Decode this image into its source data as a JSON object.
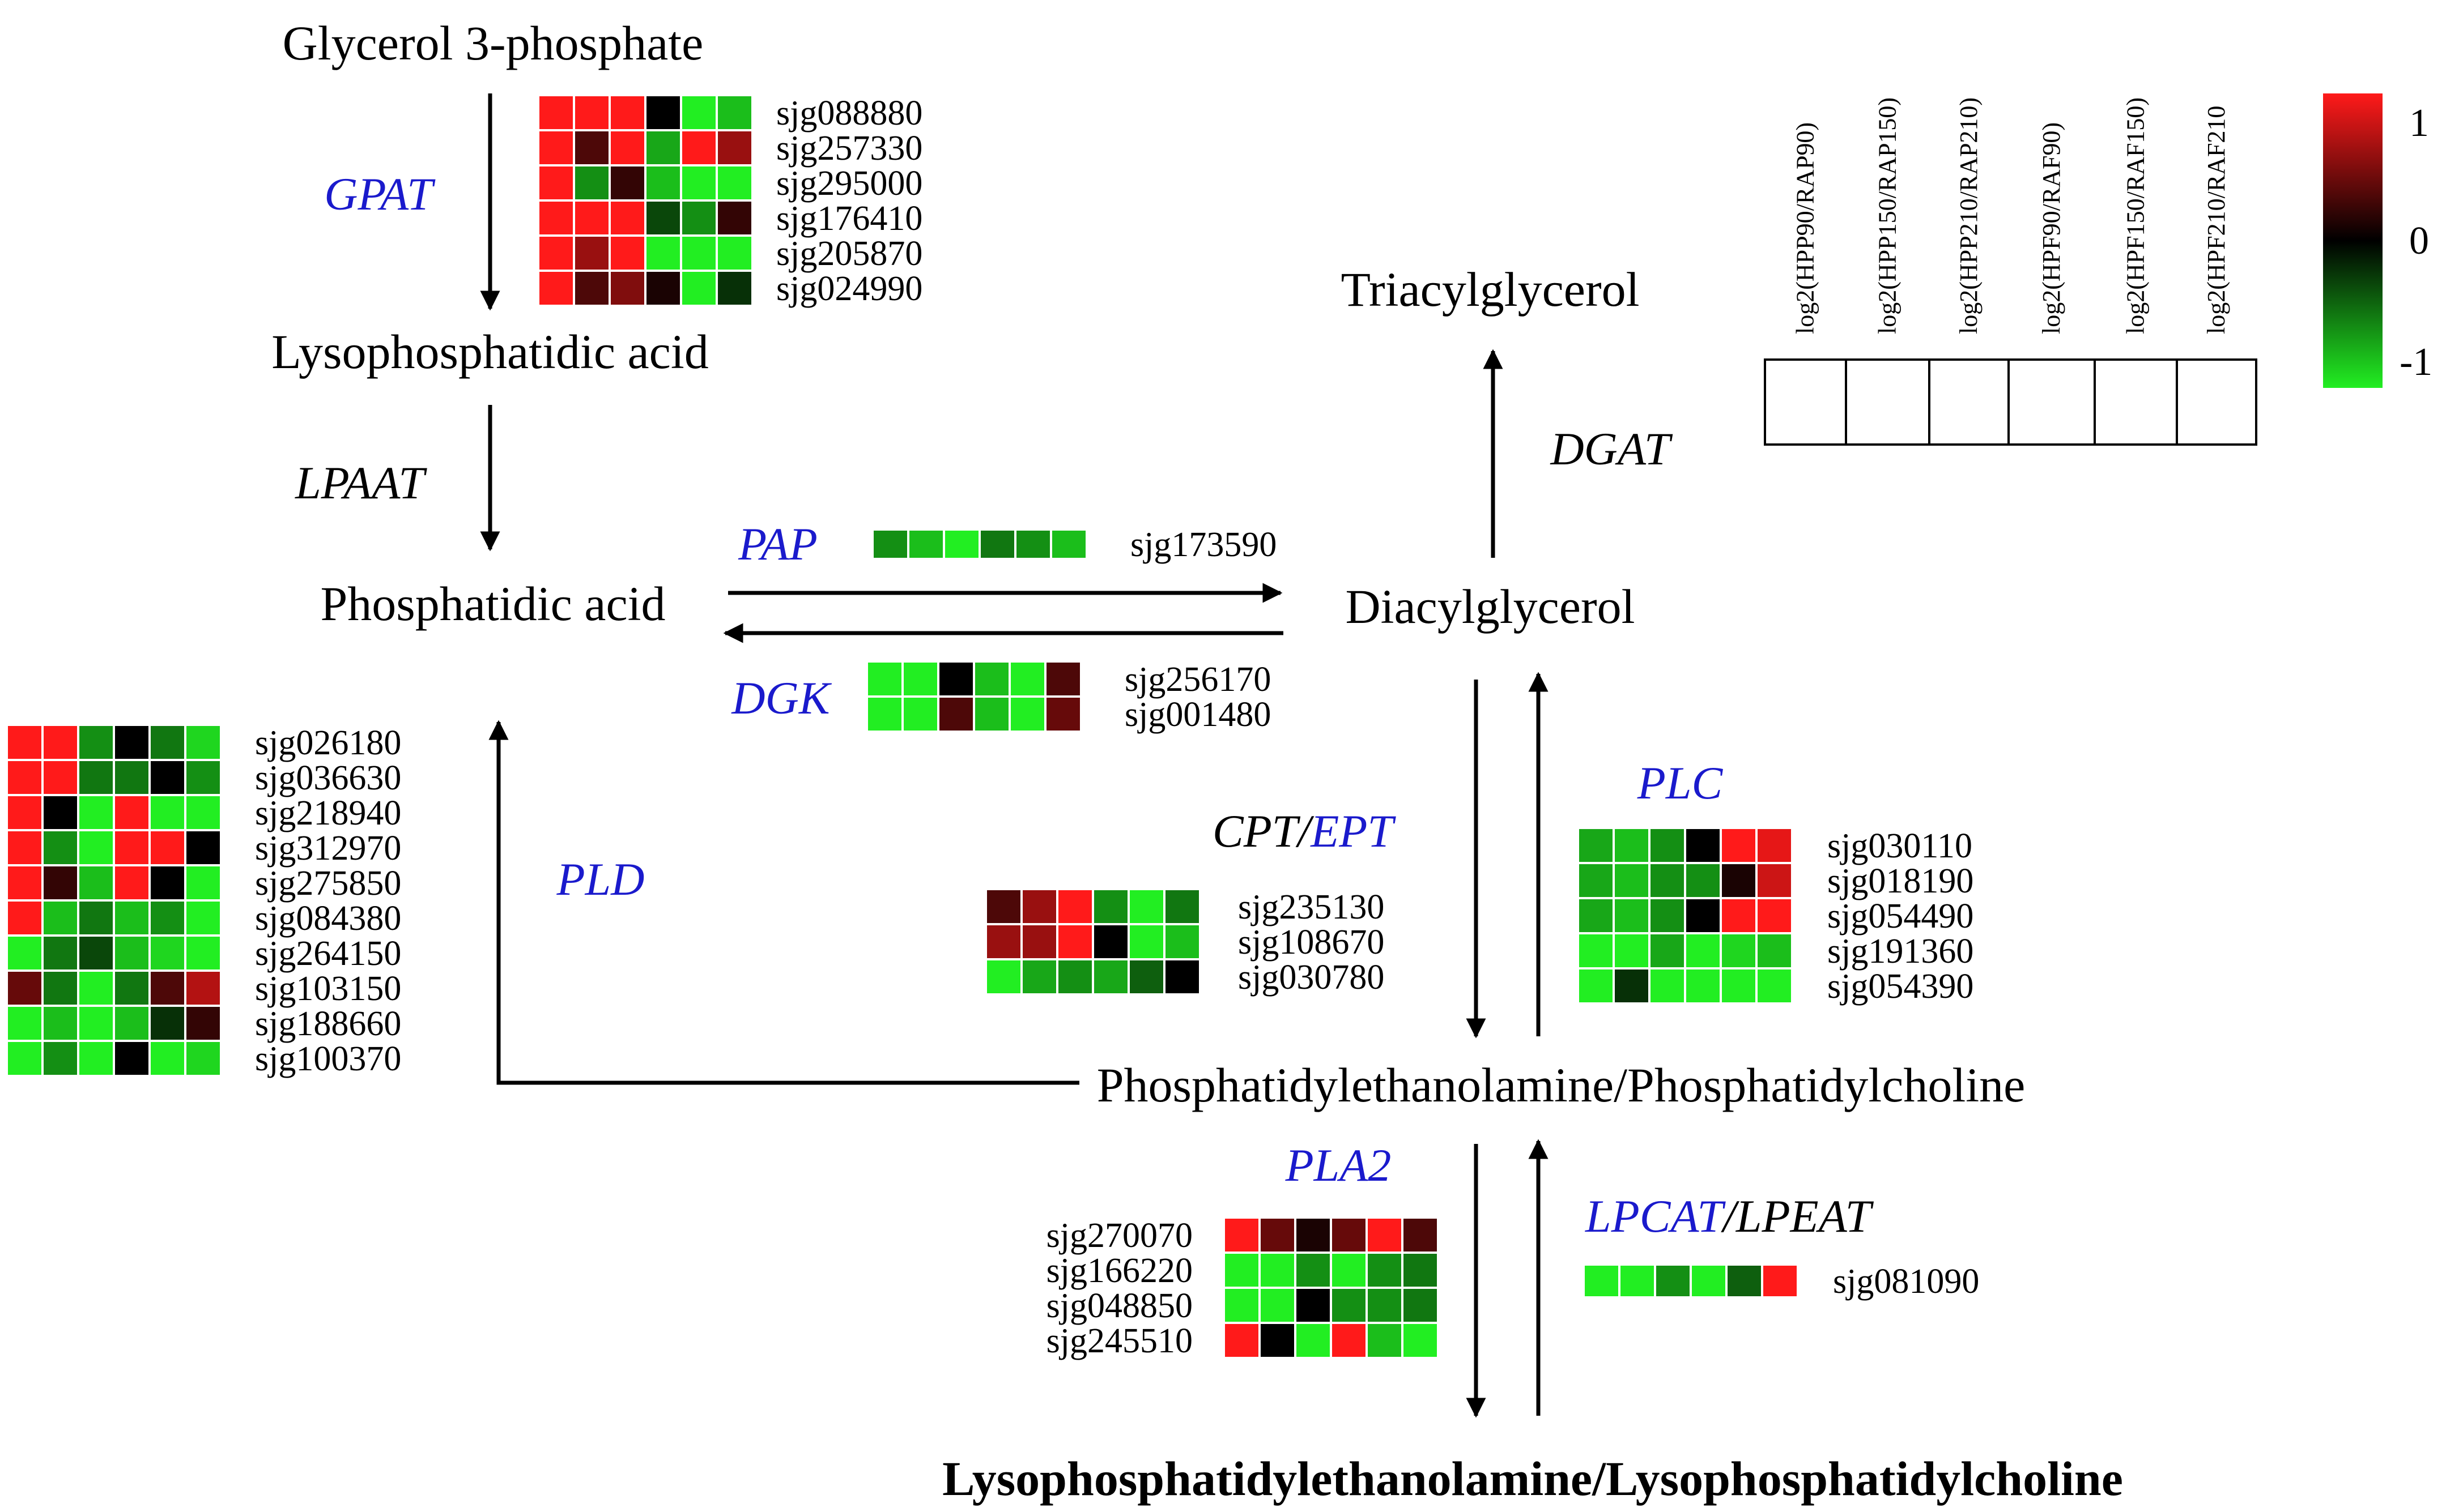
{
  "metabolites": {
    "g3p": "Glycerol 3-phosphate",
    "lpa": "Lysophosphatidic acid",
    "pa": "Phosphatidic acid",
    "dag": "Diacylglycerol",
    "tag": "Triacylglycerol",
    "pepc": "Phosphatidylethanolamine/Phosphatidylcholine",
    "lpelpc": "Lysophosphatidylethanolamine/Lysophosphatidylcholine"
  },
  "enzymes": {
    "gpat": "GPAT",
    "lpaat": "LPAAT",
    "pap": "PAP",
    "dgk": "DGK",
    "dgat": "DGAT",
    "pld": "PLD",
    "plc": "PLC",
    "cpt": "CPT",
    "slash1": "/",
    "ept": "EPT",
    "pla2": "PLA2",
    "lpcat": "LPCAT",
    "slash2": "/",
    "lpeat": "LPEAT"
  },
  "colors": {
    "enzyme_highlight": "#1a1acc",
    "enzyme_plain": "#000000",
    "scale_high": "#ff1a1a",
    "scale_mid": "#000000",
    "scale_low": "#22ee22"
  },
  "legend": {
    "columns": [
      "log2(HPP90/RAP90)",
      "log2(HPP150/RAP150)",
      "log2(HPP210/RAP210)",
      "log2(HPF90/RAF90)",
      "log2(HPF150/RAF150)",
      "log2(HPF210/RAF210"
    ],
    "scale_max": "1",
    "scale_mid": "0",
    "scale_min": "-1"
  },
  "heatmaps": {
    "gpat": {
      "genes": [
        "sjg088880",
        "sjg257330",
        "sjg295000",
        "sjg176410",
        "sjg205870",
        "sjg024990"
      ],
      "values": [
        [
          1,
          1,
          1,
          0,
          -1,
          -0.8
        ],
        [
          1,
          0.3,
          1,
          -0.7,
          1,
          0.6
        ],
        [
          1,
          -0.6,
          0.2,
          -0.8,
          -1,
          -1
        ],
        [
          1,
          1,
          1,
          -0.3,
          -0.6,
          0.2
        ],
        [
          1,
          0.6,
          1,
          -1,
          -1,
          -1
        ],
        [
          1,
          0.3,
          0.5,
          0.1,
          -1,
          -0.2
        ]
      ]
    },
    "pap": {
      "genes": [
        "sjg173590"
      ],
      "values": [
        [
          -0.6,
          -0.8,
          -1,
          -0.5,
          -0.6,
          -0.8
        ]
      ]
    },
    "dgk": {
      "genes": [
        "sjg256170",
        "sjg001480"
      ],
      "values": [
        [
          -1,
          -1,
          0,
          -0.8,
          -1,
          0.3
        ],
        [
          -1,
          -1,
          0.3,
          -0.8,
          -1,
          0.4
        ]
      ]
    },
    "pld": {
      "genes": [
        "sjg026180",
        "sjg036630",
        "sjg218940",
        "sjg312970",
        "sjg275850",
        "sjg084380",
        "sjg264150",
        "sjg103150",
        "sjg188660",
        "sjg100370"
      ],
      "values": [
        [
          1,
          1,
          -0.6,
          0,
          -0.5,
          -0.9
        ],
        [
          1,
          1,
          -0.5,
          -0.5,
          0,
          -0.6
        ],
        [
          1,
          0,
          -1,
          1,
          -1,
          -1
        ],
        [
          1,
          -0.6,
          -1,
          1,
          1,
          0
        ],
        [
          1,
          0.2,
          -0.8,
          1,
          0,
          -1
        ],
        [
          1,
          -0.8,
          -0.5,
          -0.8,
          -0.6,
          -1
        ],
        [
          -1,
          -0.5,
          -0.3,
          -0.8,
          -0.9,
          -1
        ],
        [
          0.4,
          -0.5,
          -1,
          -0.5,
          0.3,
          0.7
        ],
        [
          -1,
          -0.8,
          -1,
          -0.8,
          -0.2,
          0.2
        ],
        [
          -1,
          -0.6,
          -1,
          0,
          -1,
          -0.9
        ]
      ]
    },
    "plc": {
      "genes": [
        "sjg030110",
        "sjg018190",
        "sjg054490",
        "sjg191360",
        "sjg054390"
      ],
      "values": [
        [
          -0.7,
          -0.8,
          -0.6,
          0,
          1,
          0.9
        ],
        [
          -0.7,
          -0.8,
          -0.6,
          -0.6,
          0.1,
          0.8
        ],
        [
          -0.7,
          -0.8,
          -0.6,
          0,
          1,
          1
        ],
        [
          -1,
          -1,
          -0.7,
          -1,
          -0.9,
          -0.8
        ],
        [
          -1,
          -0.2,
          -1,
          -1,
          -1,
          -1
        ]
      ]
    },
    "cpt": {
      "genes": [
        "sjg235130",
        "sjg108670",
        "sjg030780"
      ],
      "values": [
        [
          0.3,
          0.6,
          1,
          -0.6,
          -1,
          -0.5
        ],
        [
          0.6,
          0.6,
          1,
          0,
          -1,
          -0.8
        ],
        [
          -1,
          -0.7,
          -0.6,
          -0.7,
          -0.4,
          0
        ]
      ]
    },
    "pla2": {
      "genes": [
        "sjg270070",
        "sjg166220",
        "sjg048850",
        "sjg245510"
      ],
      "values": [
        [
          1,
          0.4,
          0.1,
          0.4,
          1,
          0.3
        ],
        [
          -1,
          -1,
          -0.6,
          -1,
          -0.6,
          -0.5
        ],
        [
          -1,
          -1,
          0,
          -0.6,
          -0.6,
          -0.5
        ],
        [
          1,
          0,
          -1,
          1,
          -0.8,
          -1
        ]
      ]
    },
    "lpcat": {
      "genes": [
        "sjg081090"
      ],
      "values": [
        [
          -1,
          -1,
          -0.6,
          -1,
          -0.4,
          1
        ]
      ]
    }
  }
}
